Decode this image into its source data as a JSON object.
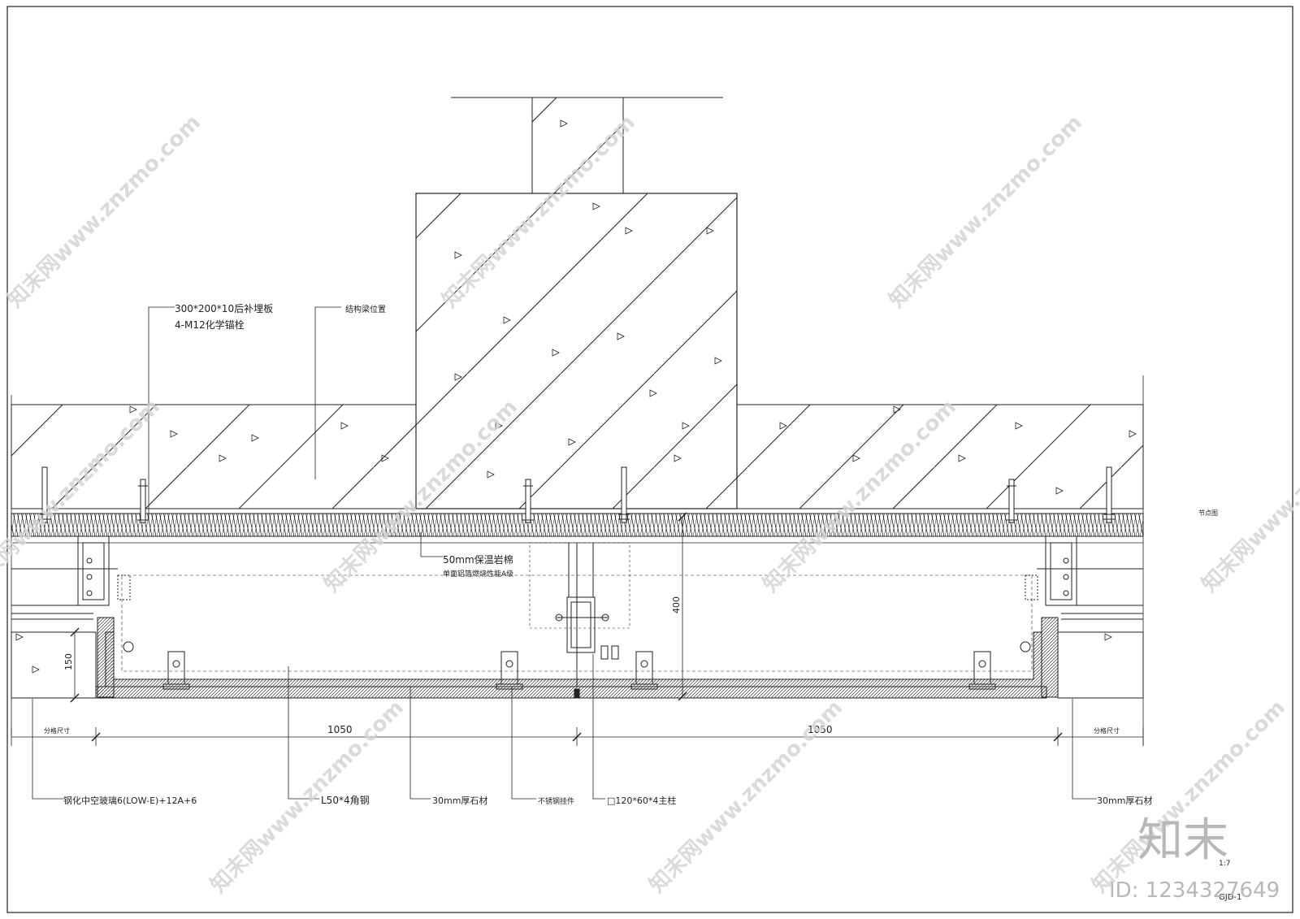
{
  "labels": {
    "bracket": "300*200*10后补埋板",
    "anchor": "4-M12化学锚栓",
    "structure": "结构梁位置",
    "insulation": "50mm保温岩棉",
    "insulation_sub": "单面铝箔燃烧性能A级",
    "dim_400": "400",
    "dim_150": "150",
    "dim_left": "1050",
    "dim_right": "1050",
    "grid_left": "分格尺寸",
    "grid_right": "分格尺寸",
    "glass": "钢化中空玻璃6(LOW-E)+12A+6",
    "angle": "L50*4角钢",
    "stone1": "30mm厚石材",
    "hanger": "不锈钢挂件",
    "mullion": "□120*60*4主柱",
    "stone2": "30mm厚石材",
    "side_note": "节点图",
    "scale": "1:7",
    "code": "GJD-1"
  },
  "watermark": {
    "text": "知末网www.znzmo.com"
  },
  "brand": {
    "logo": "知末",
    "id": "ID: 1234327649"
  },
  "colors": {
    "line": "#222222",
    "watermark": "#d4d4d4",
    "brand": "#b8b8b8"
  }
}
